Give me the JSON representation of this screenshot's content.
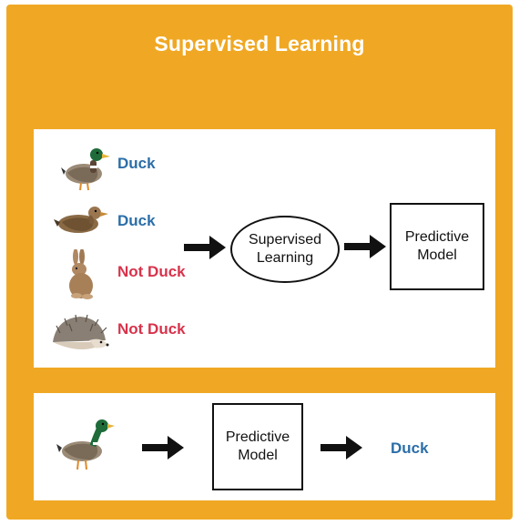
{
  "title": "Supervised Learning",
  "colors": {
    "background": "#F0A824",
    "card": "#FFFFFF",
    "label_positive": "#2B6EA8",
    "label_negative": "#D8324B",
    "stroke": "#111111"
  },
  "training_examples": [
    {
      "icon": "mallard-duck-icon",
      "label": "Duck",
      "class": "positive"
    },
    {
      "icon": "female-duck-icon",
      "label": "Duck",
      "class": "positive"
    },
    {
      "icon": "rabbit-icon",
      "label": "Not Duck",
      "class": "negative"
    },
    {
      "icon": "hedgehog-icon",
      "label": "Not Duck",
      "class": "negative"
    }
  ],
  "training_flow": {
    "process_line1": "Supervised",
    "process_line2": "Learning",
    "model_line1": "Predictive",
    "model_line2": "Model"
  },
  "prediction_flow": {
    "input_icon": "mallard-duck-icon",
    "model_line1": "Predictive",
    "model_line2": "Model",
    "output_label": "Duck"
  }
}
